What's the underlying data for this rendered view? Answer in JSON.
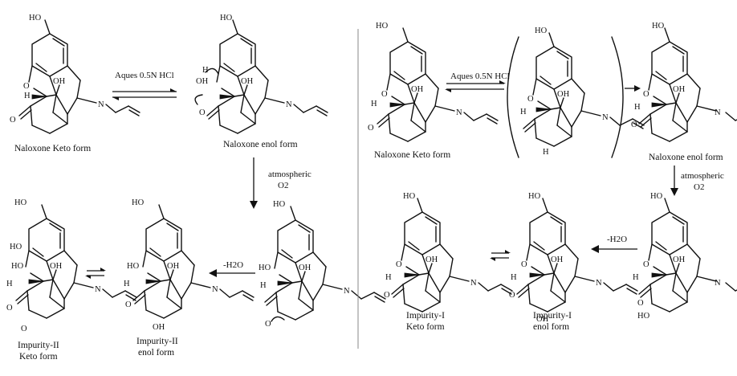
{
  "left_panel": {
    "reagent_1": "Aques 0.5N HCl",
    "reagent_2_line1": "atmospheric",
    "reagent_2_line2": "O2",
    "dehydration": "-H2O",
    "captions": {
      "naloxone_keto": "Naloxone Keto form",
      "naloxone_enol": "Naloxone enol form",
      "impurity_enol_line1": "Impurity-II",
      "impurity_enol_line2": "enol form",
      "impurity_keto_line1": "Impurity-II",
      "impurity_keto_line2": "Keto form"
    }
  },
  "right_panel": {
    "reagent_1": "Aques 0.5N HCl",
    "reagent_2_line1": "atmospheric",
    "reagent_2_line2": "O2",
    "dehydration": "-H2O",
    "captions": {
      "naloxone_keto": "Naloxone Keto form",
      "naloxone_enol": "Naloxone enol form",
      "impurity_keto_line1": "Impurity-I",
      "impurity_keto_line2": "Keto form",
      "impurity_enol_line1": "Impurity-I",
      "impurity_enol_line2": "enol form"
    }
  },
  "atoms": {
    "ho": "HO",
    "o": "O",
    "oh": "OH",
    "n": "N",
    "h": "H"
  }
}
